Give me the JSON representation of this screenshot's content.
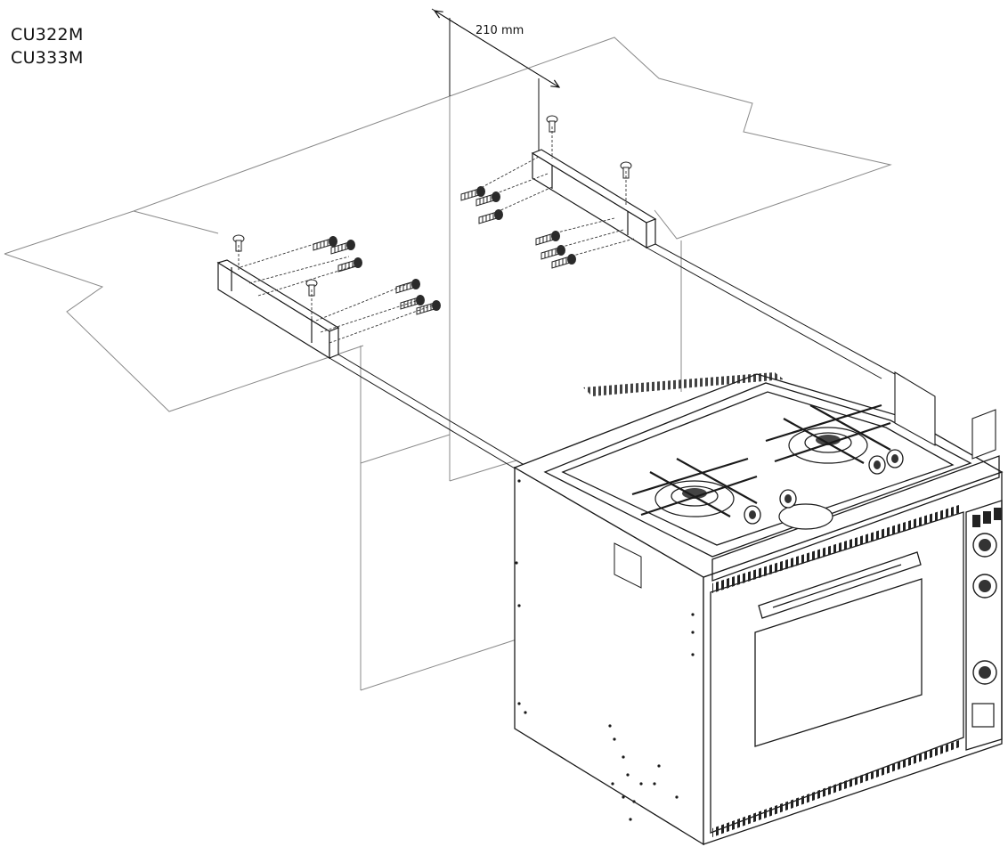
{
  "models": [
    "CU322M",
    "CU333M"
  ],
  "dimension": {
    "label": "210 mm"
  },
  "colors": {
    "line": "#1a1a1a",
    "faint": "#7a7a7a",
    "screw": "#2a2a2a"
  }
}
